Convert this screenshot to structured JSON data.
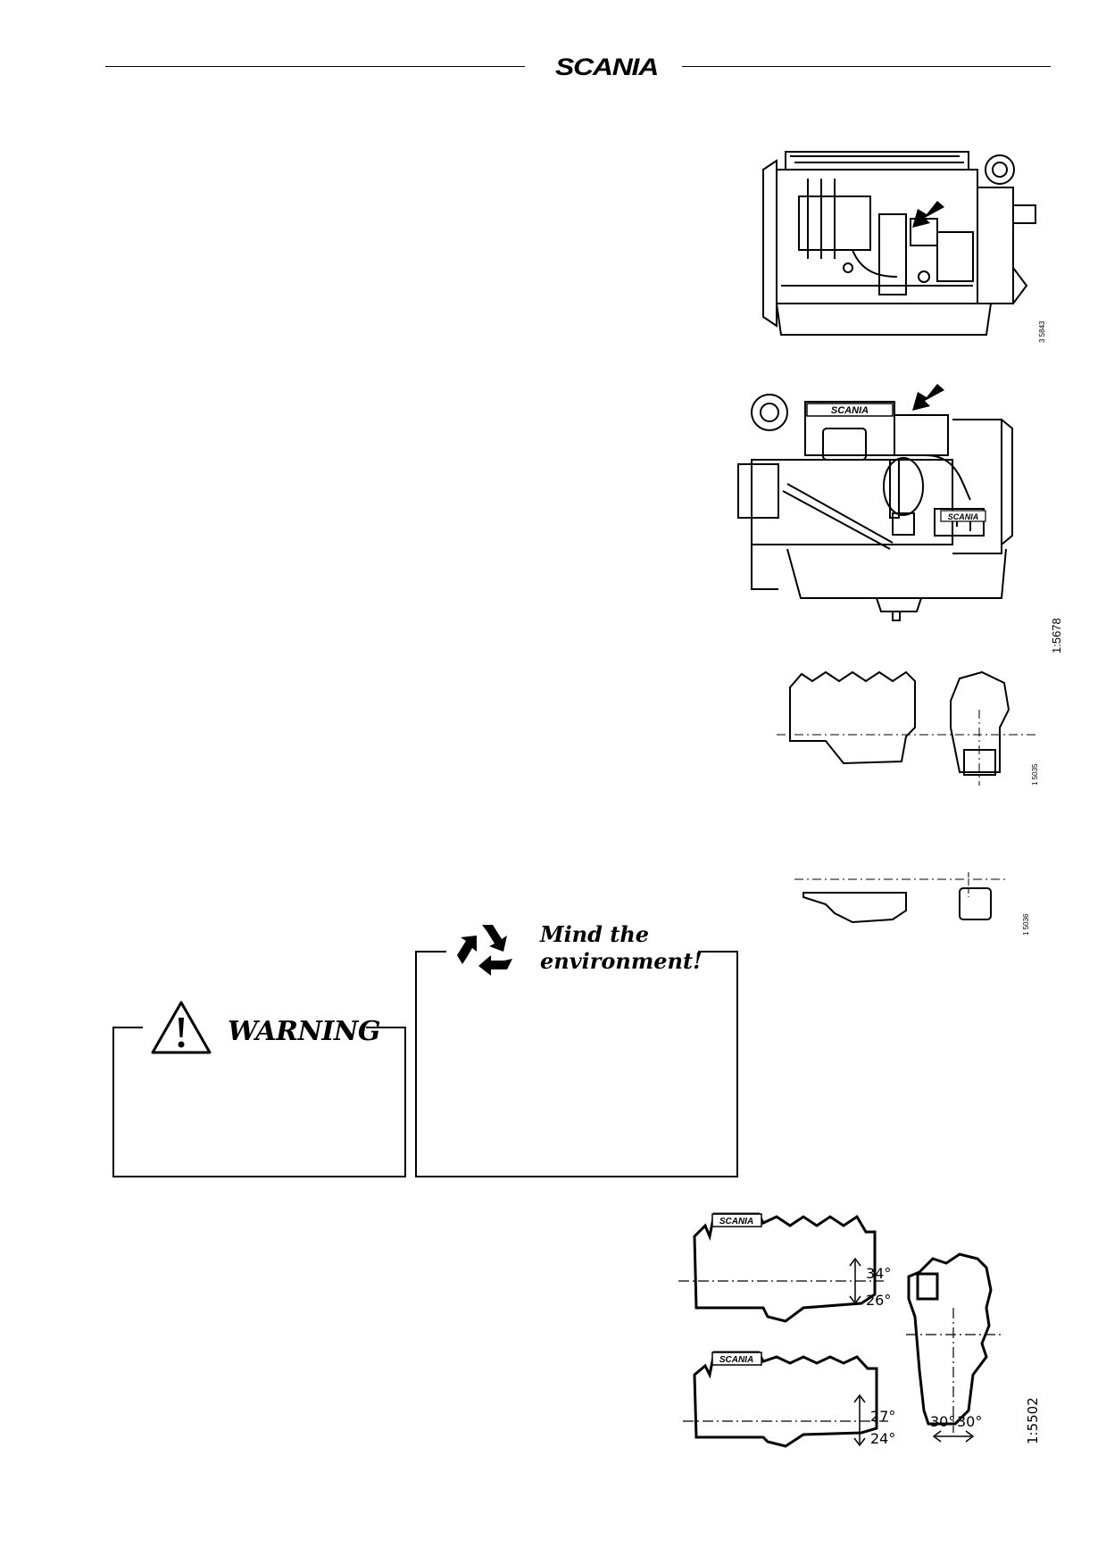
{
  "header": {
    "brand": "SCANIA"
  },
  "figures": {
    "engine_side_1": {
      "code": "3 5843"
    },
    "engine_side_2": {
      "code": "1:5678",
      "badge": "SCANIA",
      "badge2": "SCANIA"
    },
    "outline_pair_1": {
      "code": "1 5035"
    },
    "outline_pair_2": {
      "code": "1 5036"
    },
    "angle_diagram": {
      "code": "1:5502",
      "badge": "SCANIA",
      "angles": [
        "34°",
        "26°",
        "27°",
        "24°",
        "30°",
        "30°"
      ]
    }
  },
  "warning_box": {
    "title": "WARNING",
    "icon": "warning-triangle-icon"
  },
  "environment_box": {
    "title_line1": "Mind the",
    "title_line2": "environment!",
    "icon": "recycle-icon"
  },
  "colors": {
    "ink": "#000000",
    "paper": "#ffffff"
  }
}
